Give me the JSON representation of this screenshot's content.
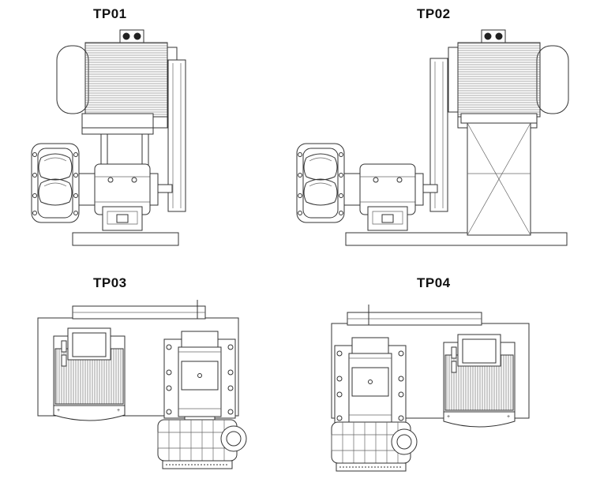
{
  "configurations": [
    {
      "label": "TP01"
    },
    {
      "label": "TP02"
    },
    {
      "label": "TP03"
    },
    {
      "label": "TP04"
    }
  ]
}
